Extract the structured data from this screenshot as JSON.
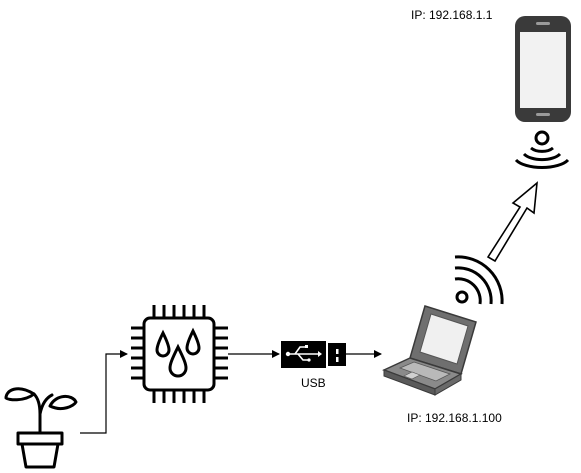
{
  "labels": {
    "phone_ip": "IP: 192.168.1.1",
    "usb": "USB",
    "laptop_ip": "IP: 192.168.1.100"
  },
  "colors": {
    "stroke": "#000000",
    "device_gray": "#3c3c3c",
    "screen_light": "#f2f2f2",
    "laptop_body": "#7a7a7a"
  },
  "icons": {
    "plant": "plant-pot-icon",
    "sensor": "humidity-sensor-chip-icon",
    "usb": "usb-dongle-icon",
    "laptop": "laptop-icon",
    "wifi_laptop": "wifi-signal-icon",
    "wifi_phone": "wireless-signal-icon",
    "phone": "smartphone-icon"
  }
}
